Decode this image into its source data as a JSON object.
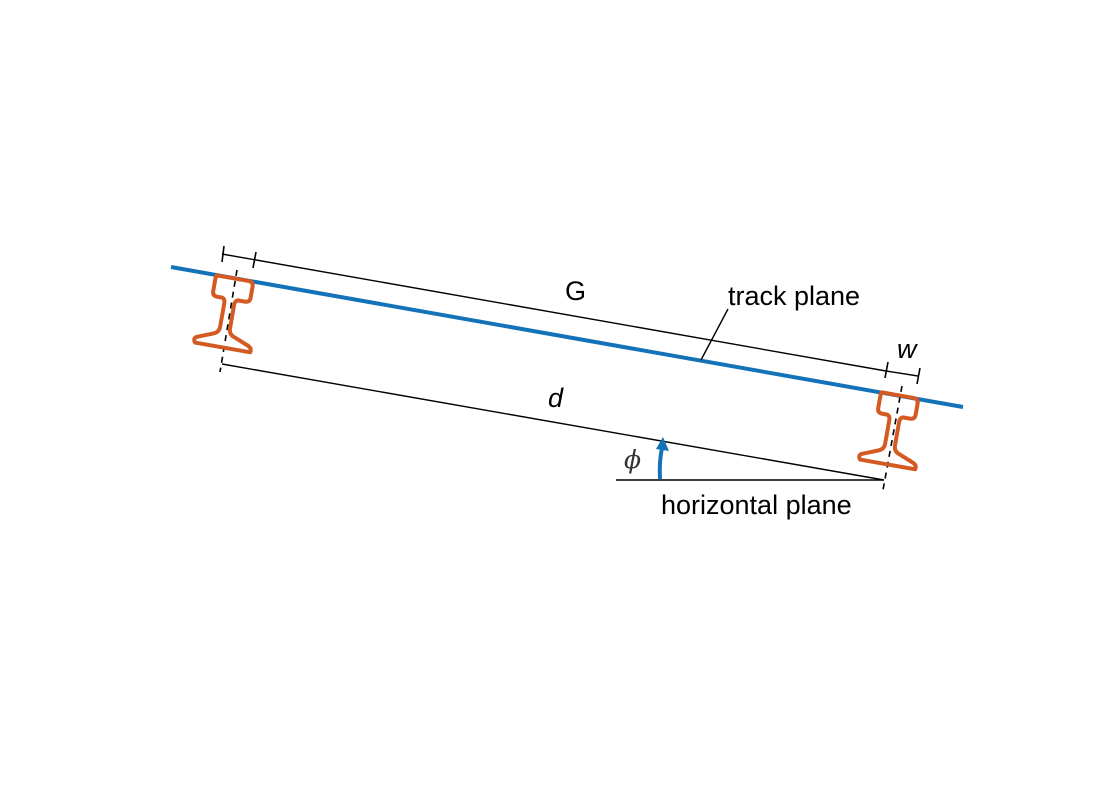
{
  "labels": {
    "gauge": "G",
    "track_plane": "track plane",
    "rail_width": "w",
    "distance": "d",
    "angle": "ϕ",
    "horizontal_plane": "horizontal plane"
  },
  "colors": {
    "track_plane": "#1473b8",
    "rail": "#d45a23",
    "angle_arrow": "#1473b8",
    "lines": "#000000"
  }
}
